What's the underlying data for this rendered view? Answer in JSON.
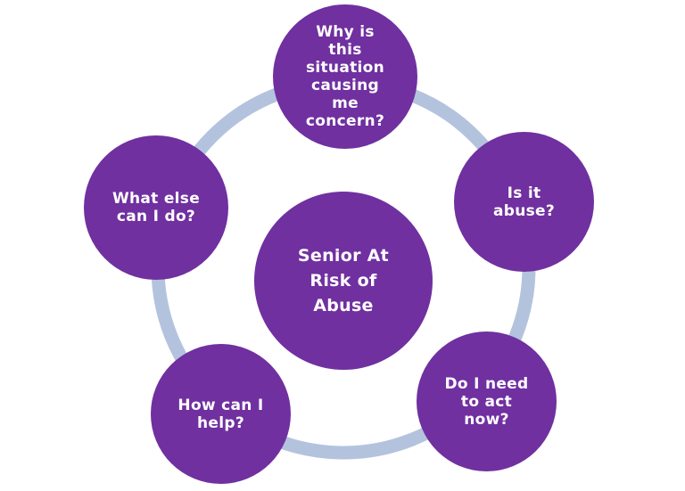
{
  "diagram": {
    "center": {
      "label": "Senior At\nRisk of\nAbuse"
    },
    "nodes": [
      {
        "id": "why-concern",
        "label": "Why is\nthis\nsituation\ncausing\nme\nconcern?"
      },
      {
        "id": "is-abuse",
        "label": "Is it\nabuse?"
      },
      {
        "id": "act-now",
        "label": "Do I need\nto act\nnow?"
      },
      {
        "id": "how-help",
        "label": "How can I\nhelp?"
      },
      {
        "id": "what-else",
        "label": "What else\ncan I do?"
      }
    ],
    "colors": {
      "node_fill": "#7030a0",
      "ring": "#b4c3dd",
      "text": "#ffffff"
    }
  }
}
